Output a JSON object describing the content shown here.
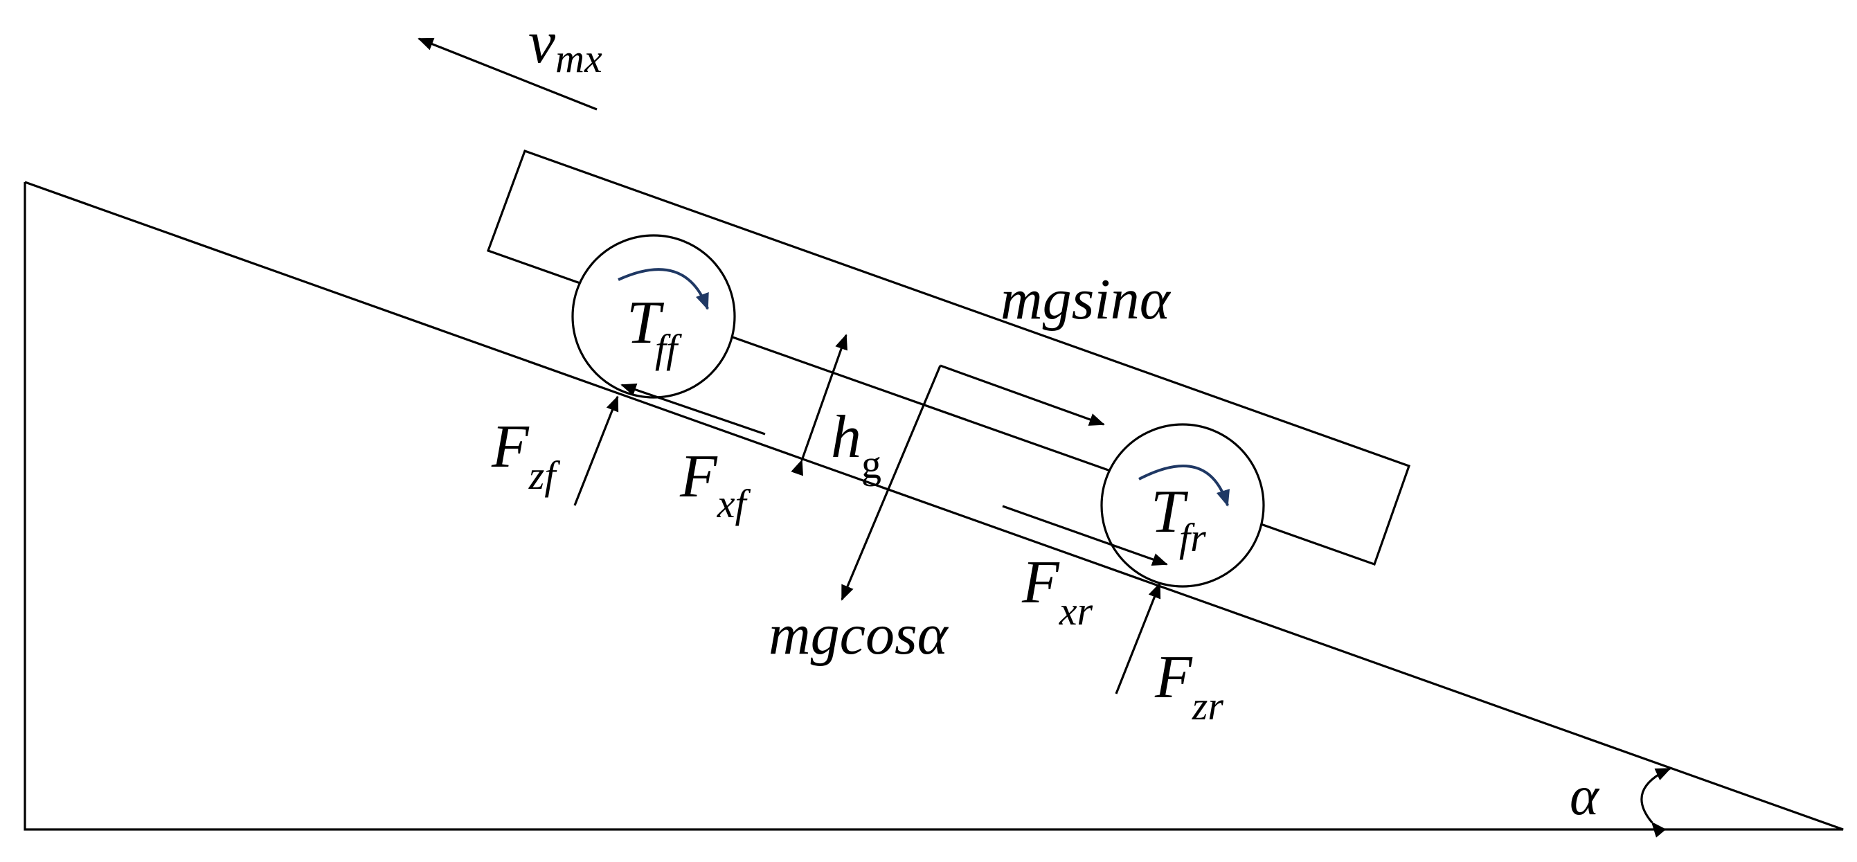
{
  "labels": {
    "velocity": {
      "main": "v",
      "sub": "mx"
    },
    "torque_front": {
      "main": "T",
      "sub": "ff"
    },
    "torque_rear": {
      "main": "T",
      "sub": "fr"
    },
    "normal_front": {
      "main": "F",
      "sub": "zf"
    },
    "normal_rear": {
      "main": "F",
      "sub": "zr"
    },
    "traction_front": {
      "main": "F",
      "sub": "xf"
    },
    "traction_rear": {
      "main": "F",
      "sub": "xr"
    },
    "cg_height": {
      "main": "h",
      "sub": "g"
    },
    "gravity_parallel": "mgsinα",
    "gravity_normal": "mgcosα",
    "slope_angle": "α"
  },
  "colors": {
    "line": "#000000",
    "torque_arrow": "#1f3864",
    "background": "#ffffff"
  }
}
